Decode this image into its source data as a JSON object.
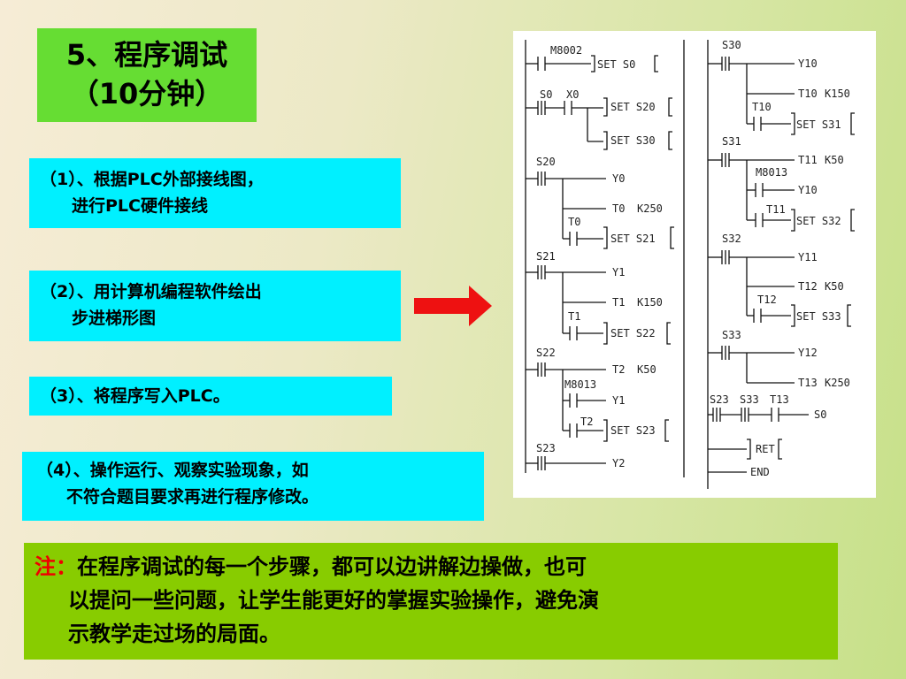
{
  "title": {
    "line1": "5、程序调试",
    "line2": "（10分钟）"
  },
  "steps": [
    {
      "line1": "（1）、根据PLC外部接线图，",
      "line2": "进行PLC硬件接线"
    },
    {
      "line1": "（2）、用计算机编程软件绘出",
      "line2": "步进梯形图"
    },
    {
      "line1": "（3）、将程序写入PLC。"
    },
    {
      "line1": "（4）、操作运行、观察实验现象，如",
      "line2": "不符合题目要求再进行程序修改。"
    }
  ],
  "note": {
    "label": "注：",
    "line1": "在程序调试的每一个步骤，都可以边讲解边操做，也可",
    "line2": "以提问一些问题，让学生能更好的掌握实验操作，避免演",
    "line3": "示教学走过场的局面。"
  },
  "colors": {
    "title_bg": "#66dd33",
    "step_bg": "#00f0ff",
    "arrow": "#ee1111",
    "note_bg": "#88cc00",
    "note_label": "#ee0000"
  },
  "ladder": {
    "m8002": "M8002",
    "set_s0": "SET  S0",
    "s0": "S0",
    "x0": "X0",
    "set_s20": "SET S20",
    "set_s30": "SET S30",
    "s20": "S20",
    "y0": "Y0",
    "t0coil": "T0",
    "k250a": "K250",
    "t0c": "T0",
    "set_s21": "SET  S21",
    "s21": "S21",
    "y1": "Y1",
    "t1coil": "T1",
    "k150a": "K150",
    "t1c": "T1",
    "set_s22": "SET S22",
    "s22": "S22",
    "t2coil": "T2",
    "k50a": "K50",
    "m8013a": "M8013",
    "y1b": "Y1",
    "t2c": "T2",
    "set_s23": "SET S23",
    "s23": "S23",
    "y2": "Y2",
    "s30": "S30",
    "y10": "Y10",
    "t10coil": "T10",
    "k150b": "K150",
    "t10c": "T10",
    "set_s31": "SET  S31",
    "s31": "S31",
    "t11coil": "T11",
    "k50b": "K50",
    "m8013b": "M8013",
    "y10b": "Y10",
    "t11c": "T11",
    "set_s32": "SET  S32",
    "s32": "S32",
    "y11": "Y11",
    "t12coil": "T12",
    "k50c": "K50",
    "t12c": "T12",
    "set_s33": "SET S33",
    "s33": "S33",
    "y12": "Y12",
    "t13coil": "T13",
    "k250b": "K250",
    "s23b": "S23",
    "s33b": "S33",
    "t13c": "T13",
    "s0coil": "S0",
    "ret": "RET",
    "end": "END"
  }
}
